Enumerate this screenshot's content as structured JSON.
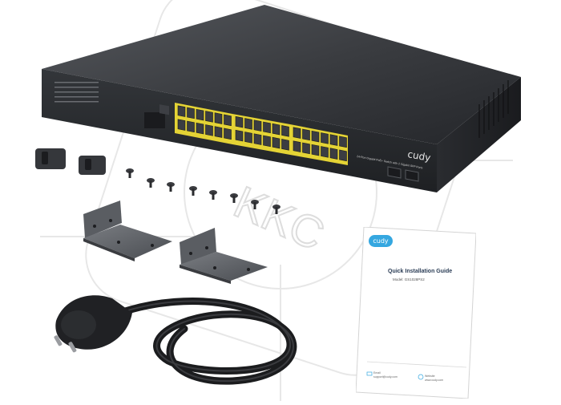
{
  "scene": {
    "brand": "cudy",
    "switch_front_text": "24-Port Gigabit PoE+ Switch with 2 Gigabit SFP Ports"
  },
  "guide": {
    "logo": "cudy",
    "title": "Quick Installation Guide",
    "model": "Model: GS1028PS2",
    "email_label": "Email",
    "email_value": "support@cudy.com",
    "website_label": "Website",
    "website_value": "www.cudy.com"
  },
  "watermark": {
    "text": "KKC"
  },
  "colors": {
    "switch_body": "#2b2d31",
    "poe_port_accent": "#e4d335",
    "guide_accent": "#35a7e0",
    "watermark": "#d8d8d8"
  }
}
